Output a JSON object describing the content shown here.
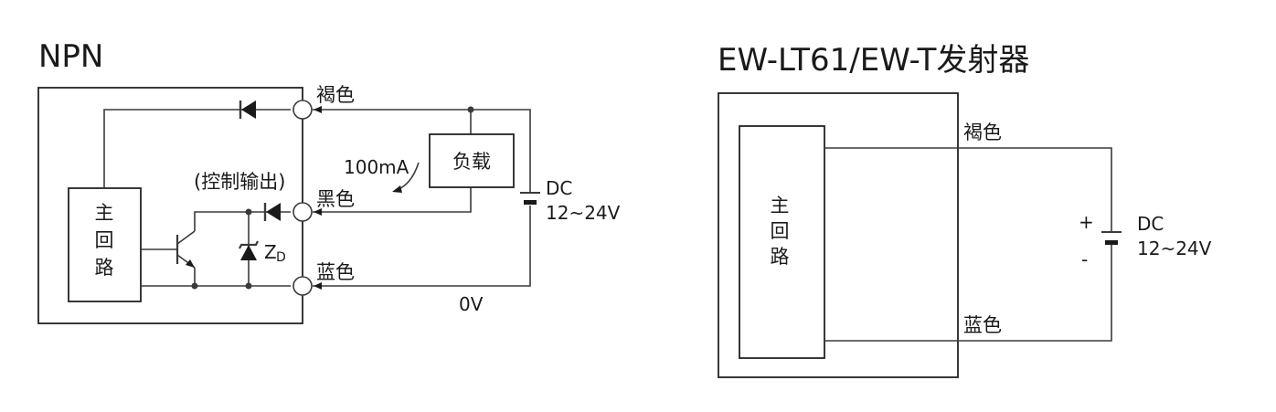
{
  "left": {
    "title": "NPN",
    "wire_brown": "褐色",
    "wire_black": "黑色",
    "wire_blue": "蓝色",
    "control_output": "(控制输出)",
    "current": "100mA",
    "load": "负载",
    "dc": "DC",
    "voltage": "12~24V",
    "zener": "Z",
    "zener_sub": "D",
    "zero_v": "0V",
    "main_circuit": [
      "主",
      "回",
      "路"
    ]
  },
  "right": {
    "title": "EW-LT61/EW-T发射器",
    "wire_brown": "褐色",
    "wire_blue": "蓝色",
    "plus": "+",
    "minus": "-",
    "dc": "DC",
    "voltage": "12~24V",
    "main_circuit": [
      "主",
      "回",
      "路"
    ]
  }
}
